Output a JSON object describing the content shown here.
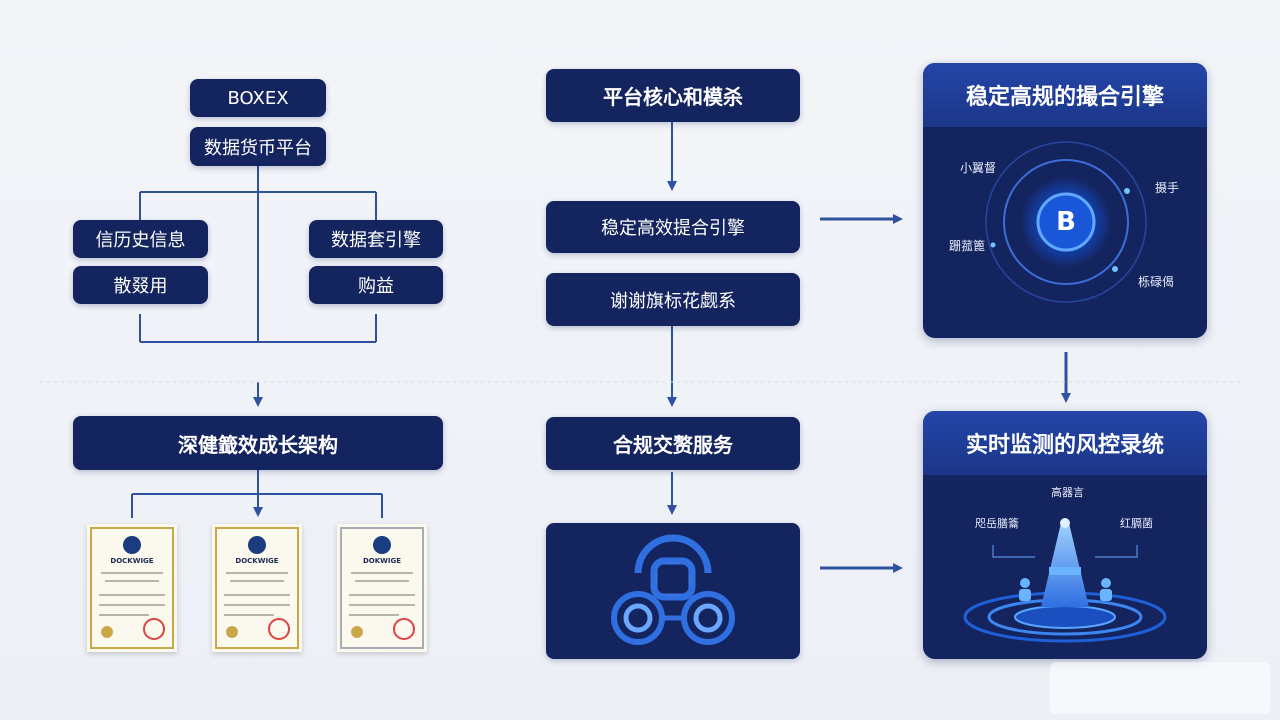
{
  "left": {
    "brand": "BOXEX",
    "platform": "数据货币平台",
    "branch_left": [
      "信历史信息",
      "散叕用"
    ],
    "branch_right": [
      "数据套引擎",
      "购益"
    ],
    "architecture": "深健籖效成长架构",
    "certificates": [
      {
        "title": "DOCKWIGE",
        "style": "gold"
      },
      {
        "title": "DOCKWIGE",
        "style": "gold"
      },
      {
        "title": "DOKWIGE",
        "style": "silver"
      }
    ]
  },
  "middle": {
    "core": "平台核心和模杀",
    "engine": "稳定高效提合引擎",
    "system": "谢谢旗标花觑系",
    "service": "合规交赘服务"
  },
  "right": {
    "engine_panel": {
      "title": "稳定高规的撮合引擎",
      "center_letter": "B",
      "labels": [
        "小翼督",
        "摄手",
        "跚菰篦",
        "栎碌偈"
      ]
    },
    "risk_panel": {
      "title": "实时监测的风控录统",
      "labels": [
        "高器言",
        "咫岳膳籥",
        "红膈菌"
      ]
    }
  },
  "colors": {
    "navy": "#14245e",
    "accent": "#2f6fe0",
    "connector": "#3a5ca8"
  }
}
